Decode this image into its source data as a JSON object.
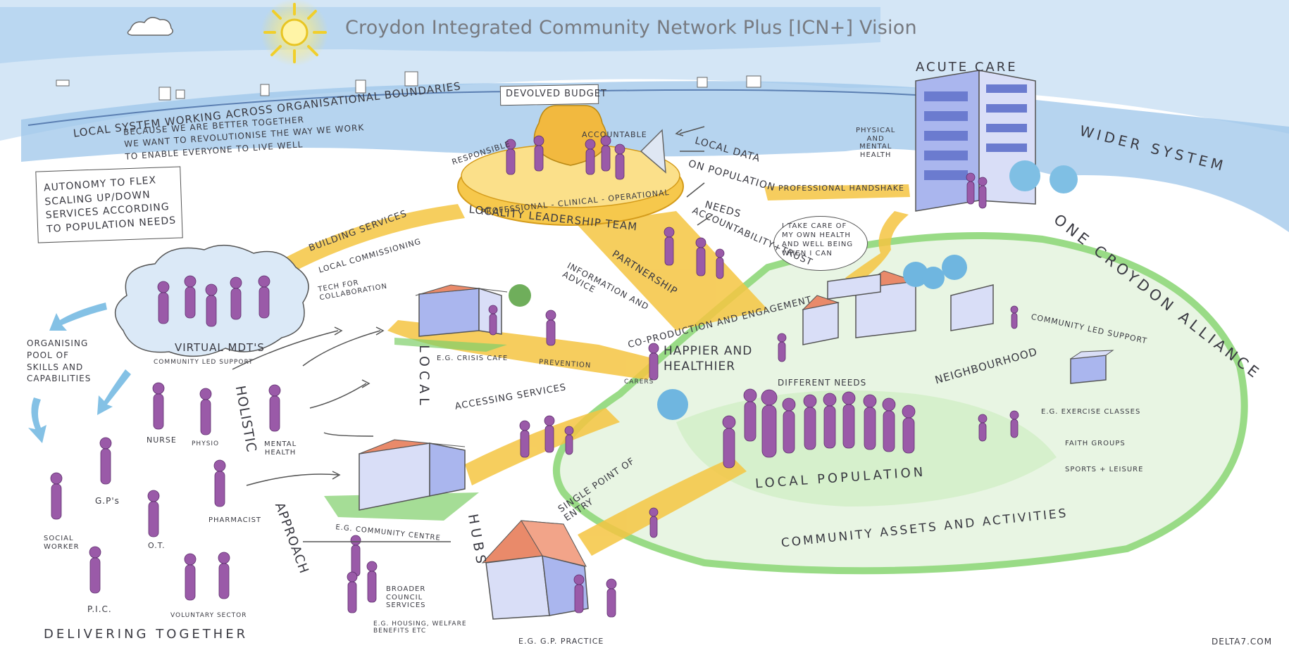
{
  "title": "Croydon Integrated Community Network Plus [ICN+] Vision",
  "colors": {
    "sky": "#bcd8f0",
    "water": "#9ec6ea",
    "path_yellow": "#f5c542",
    "people_purple": "#9a5aa8",
    "grass_green": "#7fcf6a",
    "roof_red": "#e98a6a",
    "building_blue": "#8f9ddd"
  },
  "labels": {
    "local_system": "LOCAL SYSTEM WORKING ACROSS ORGANISATIONAL BOUNDARIES",
    "because": "BECAUSE WE ARE BETTER TOGETHER\nWE WANT TO REVOLUTIONISE THE WAY WE WORK\nTO ENABLE EVERYONE TO LIVE WELL",
    "autonomy": "AUTONOMY TO FLEX\nSCALING UP/DOWN\nSERVICES ACCORDING\nTO POPULATION NEEDS",
    "devolved_budget": "DEVOLVED BUDGET",
    "responsible": "RESPONSIBLE",
    "accountable": "ACCOUNTABLE",
    "pco": "PROFESSIONAL - CLINICAL - OPERATIONAL",
    "llt": "LOCALITY LEADERSHIP TEAM",
    "acute_care": "ACUTE CARE",
    "physical_mental": "PHYSICAL\nAND\nMENTAL\nHEALTH",
    "local_data": "LOCAL DATA",
    "on_population": "ON POPULATION",
    "needs": "NEEDS",
    "professional_handshake": "PROFESSIONAL HANDSHAKE",
    "accountability": "ACCOUNTABILITY+TRUST",
    "wider_system": "WIDER SYSTEM",
    "one_croydon": "ONE CROYDON ALLIANCE",
    "building_services": "BUILDING SERVICES",
    "local_commissioning": "LOCAL COMMISSIONING",
    "tech": "TECH FOR\nCOLLABORATION",
    "partnership": "PARTNERSHIP",
    "info_advice": "INFORMATION AND\nADVICE",
    "coproduction": "CO-PRODUCTION AND ENGAGEMENT",
    "i_take_care": "I TAKE CARE OF\nMY OWN HEALTH\nAND WELL BEING\nWHEN I CAN",
    "virtual_mdts": "VIRTUAL MDT'S",
    "community_led_support_small": "COMMUNITY LED SUPPORT",
    "organising": "ORGANISING\nPOOL OF\nSKILLS AND\nCAPABILITIES",
    "holistic": "HOLISTIC",
    "approach": "APPROACH",
    "local": "LOCAL",
    "hubs": "HUBS",
    "nurse": "NURSE",
    "physio": "PHYSIO",
    "mental_health": "MENTAL\nHEALTH",
    "gps": "G.P's",
    "pharmacist": "PHARMACIST",
    "social_worker": "SOCIAL\nWORKER",
    "ot": "O.T.",
    "pic": "P.I.C.",
    "voluntary": "VOLUNTARY SECTOR",
    "delivering": "DELIVERING TOGETHER",
    "crisis_cafe": "E.G. CRISIS CAFE",
    "prevention": "PREVENTION",
    "carers": "CARERS",
    "happier": "HAPPIER AND\nHEALTHIER",
    "different_needs": "DIFFERENT NEEDS",
    "neighbourhood": "NEIGHBOURHOOD",
    "community_led_support": "COMMUNITY LED SUPPORT",
    "accessing": "ACCESSING SERVICES",
    "single_point": "SINGLE POINT OF\nENTRY",
    "local_population": "LOCAL POPULATION",
    "community_centre": "E.G. COMMUNITY CENTRE",
    "exercise": "E.G. EXERCISE CLASSES",
    "faith": "FAITH GROUPS",
    "sports": "SPORTS + LEISURE",
    "community_assets": "COMMUNITY ASSETS AND ACTIVITIES",
    "broader": "BROADER\nCOUNCIL\nSERVICES",
    "housing": "E.G. HOUSING, WELFARE\nBENEFITS ETC",
    "gp_practice": "E.G. G.P. PRACTICE",
    "signature": "DELTA7.COM"
  }
}
